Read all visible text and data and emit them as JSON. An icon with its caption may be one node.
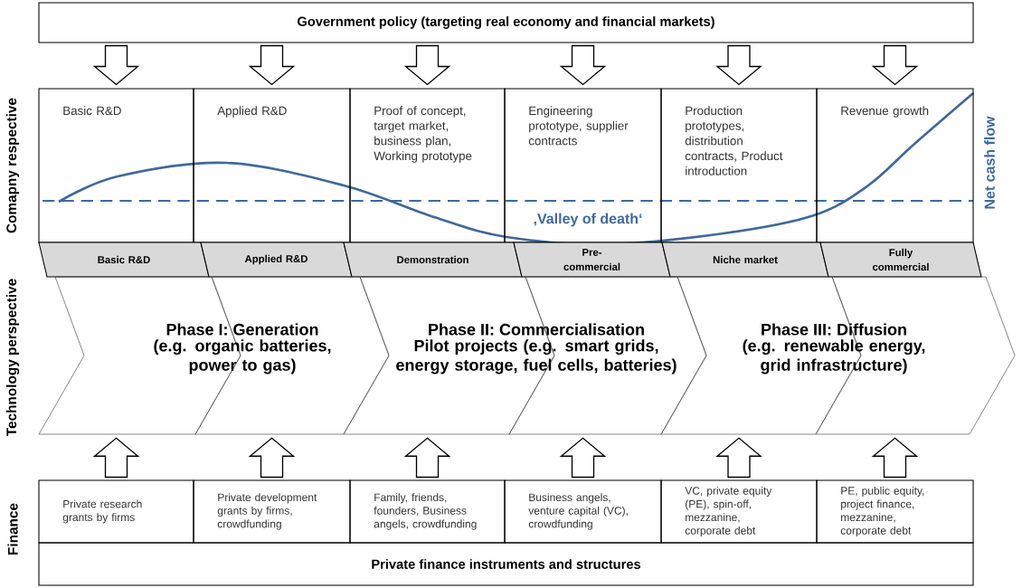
{
  "diagram": {
    "nodes": [
      {
        "text": [
          "Government policy (targeting real economy and financial markets)"
        ]
      },
      {
        "text": [
          "Basic R&D"
        ]
      },
      {
        "text": [
          "Applied R&D"
        ]
      },
      {
        "text": [
          "Proof of concept, target market, business plan, Working prototype"
        ]
      },
      {
        "text": [
          "Engineering prototype, supplier contracts"
        ]
      },
      {
        "text": [
          "Production prototypes, distribution contracts, Product introduction"
        ]
      },
      {
        "text": [
          "Revenue growth"
        ]
      },
      {
        "text": [
          "Basic R&D"
        ]
      },
      {
        "text": [
          "Applied R&D"
        ]
      },
      {
        "text": [
          "Demonstration"
        ]
      },
      {
        "text": [
          "Pre-commercial"
        ]
      },
      {
        "text": [
          "Niche market"
        ]
      },
      {
        "text": [
          "Fully commercial"
        ]
      },
      {
        "text": [],
        "shape": "chevron"
      },
      {
        "text": [],
        "shape": "chevron"
      },
      {
        "text": [],
        "shape": "chevron"
      },
      {
        "text": [],
        "shape": "chevron"
      },
      {
        "text": [],
        "shape": "chevron"
      },
      {
        "text": [],
        "shape": "chevron"
      },
      {
        "text": [
          "Private research grants by firms"
        ]
      },
      {
        "text": [
          "Private development grants by firms, crowdfunding"
        ]
      },
      {
        "text": [
          "Family, friends, founders, Business angels, crowdfunding"
        ]
      },
      {
        "text": [
          "Business angels, venture capital (VC), crowdfunding"
        ]
      },
      {
        "text": [
          "VC, private equity (PE), spin-off, mezzanine, corporate debt"
        ]
      },
      {
        "text": [
          "PE, public equity, project finance, mezzanine, corporate debt"
        ]
      },
      {
        "text": [
          "Private finance instruments and structures"
        ]
      }
    ],
    "edges": [
      {
        "from": 0,
        "to": 1,
        "arrow": "to"
      },
      {
        "from": 0,
        "to": 2,
        "arrow": "to"
      },
      {
        "from": 0,
        "to": 3,
        "arrow": "to"
      },
      {
        "from": 0,
        "to": 4,
        "arrow": "to"
      },
      {
        "from": 0,
        "to": 5,
        "arrow": "to"
      },
      {
        "from": 0,
        "to": 6,
        "arrow": "to"
      },
      {
        "from": 19,
        "to": 13,
        "arrow": "to"
      },
      {
        "from": 20,
        "to": 14,
        "arrow": "to"
      },
      {
        "from": 21,
        "to": 15,
        "arrow": "to"
      },
      {
        "from": 22,
        "to": 16,
        "arrow": "to"
      },
      {
        "from": 23,
        "to": 17,
        "arrow": "to"
      },
      {
        "from": 24,
        "to": 18,
        "arrow": "to"
      }
    ],
    "labels": [
      "Comapny respective",
      "Net cash flow",
      "‚Valley of death‘",
      "Technology perspective",
      "Phase I: Generation",
      "(e.g. organic batteries, power to gas)",
      "Phase II: Commercialisation",
      "Pilot projects (e.g. smart grids, energy storage, fuel cells, batteries)",
      "Phase III: Diffusion",
      "(e.g. renewable energy, grid infrastructure)",
      "Finance"
    ]
  }
}
